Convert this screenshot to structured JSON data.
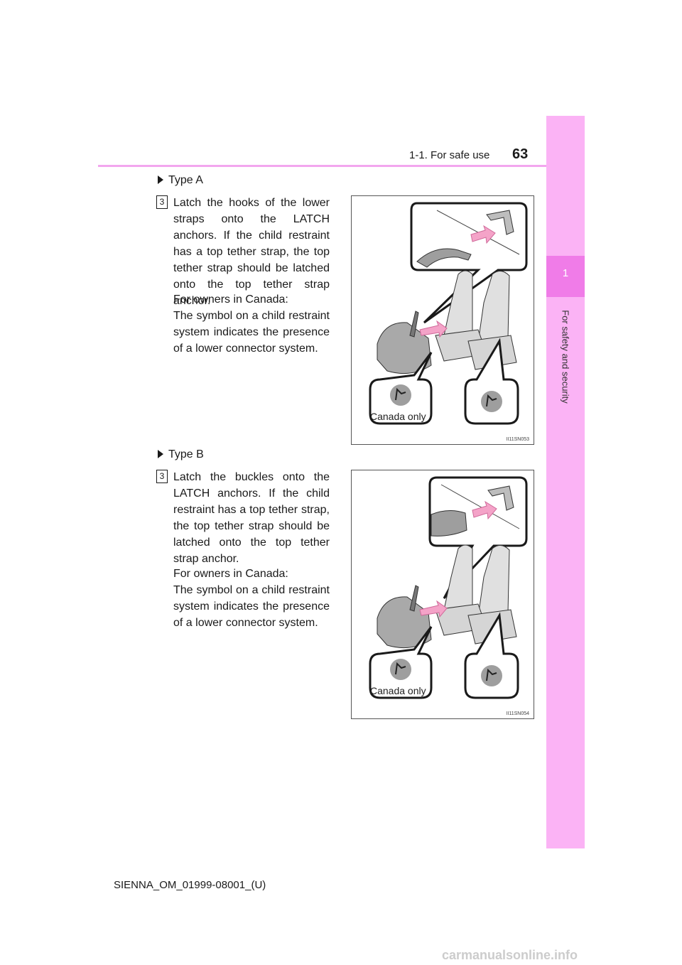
{
  "header": {
    "section": "1-1. For safe use",
    "page_number": "63"
  },
  "side_tab": {
    "chapter_number": "1",
    "chapter_title": "For safety and security"
  },
  "sections": [
    {
      "type_heading": "Type A",
      "step": "3",
      "instruction": "Latch the hooks of the lower straps onto the LATCH anchors. If the child restraint has a top tether strap, the top tether strap should be latched onto the top tether strap anchor.",
      "canada_intro": "For owners in Canada:",
      "canada_note": "The symbol on a child restraint system indicates the presence of a lower connector system.",
      "figure_label": "Canada only",
      "figure_code": "II11SN053"
    },
    {
      "type_heading": "Type B",
      "step": "3",
      "instruction": "Latch the buckles onto the LATCH anchors. If the child restraint has a top tether strap, the top tether strap should be latched onto the top tether strap anchor.",
      "canada_intro": "For owners in Canada:",
      "canada_note": "The symbol on a child restraint system indicates the presence of a lower connector system.",
      "figure_label": "Canada only",
      "figure_code": "II11SN054"
    }
  ],
  "footer": {
    "doc_code": "SIENNA_OM_01999-08001_(U)"
  },
  "watermark": "carmanualsonline.info",
  "colors": {
    "tab_light": "#fbb3f5",
    "tab_dark": "#f07ce8",
    "rule": "#f2a6ee",
    "arrow": "#f4a3c8"
  }
}
